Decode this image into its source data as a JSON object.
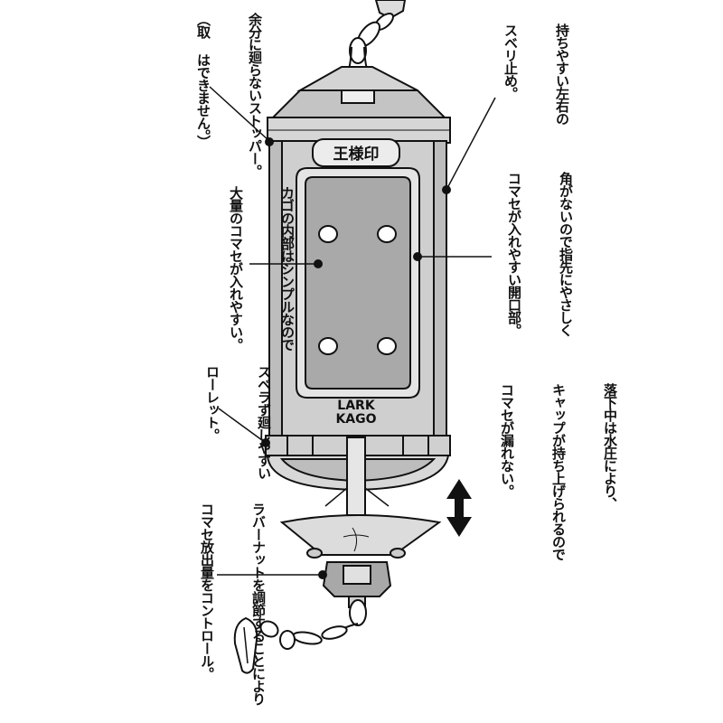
{
  "diagram": {
    "brand_plate": "王様印",
    "logo_line1": "LARK",
    "logo_line2": "KAGO"
  },
  "annotations": {
    "stopper": {
      "lines": [
        "余分に廻らないストッパー。",
        "（取 はできません。）"
      ]
    },
    "grip": {
      "lines": [
        "持ちやすい左右の",
        "スベリ止め。"
      ]
    },
    "opening": {
      "lines": [
        "角がないので指先にやさしく",
        "コマセが入れやすい開口部。"
      ]
    },
    "interior": {
      "lines": [
        "カゴの内部はシンプルなので",
        "大量のコマセが入れやすい。"
      ]
    },
    "knurl": {
      "lines": [
        "スベラず廻しやすい",
        "ローレット。"
      ]
    },
    "cap": {
      "lines": [
        "落下中は水圧により、",
        "キャップが持ち上げられるので",
        "コマセが漏れない。"
      ]
    },
    "nut": {
      "lines": [
        "ラバーナットを調節することにより",
        "コマセ放出量をコントロール。"
      ]
    }
  }
}
